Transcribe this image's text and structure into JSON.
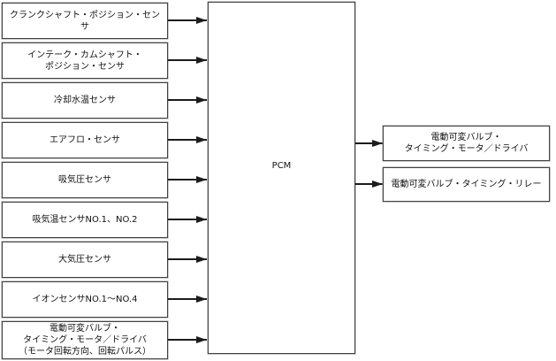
{
  "diagram": {
    "controller": {
      "label": "PCM"
    },
    "inputs": [
      {
        "label": "クランクシャフト・ポジション・センサ"
      },
      {
        "label": "インテーク・カムシャフト・\nポジション・センサ"
      },
      {
        "label": "冷却水温センサ"
      },
      {
        "label": "エアフロ・センサ"
      },
      {
        "label": "吸気圧センサ"
      },
      {
        "label": "吸気温センサNO.1、NO.2"
      },
      {
        "label": "大気圧センサ"
      },
      {
        "label": "イオンセンサNO.1～NO.4"
      },
      {
        "label": "電動可変バルブ・\nタイミング・モータ／ドライバ\n（モータ回転方向、回転パルス）"
      }
    ],
    "outputs": [
      {
        "label": "電動可変バルブ・\nタイミング・モータ／ドライバ"
      },
      {
        "label": "電動可変バルブ・タイミング・リレー"
      }
    ],
    "colors": {
      "background": "#ffffff",
      "border": "#414141",
      "text": "#111111",
      "arrow": "#1c1c1c"
    }
  }
}
